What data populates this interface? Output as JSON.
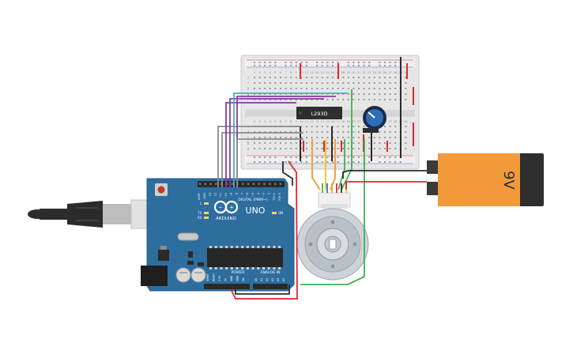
{
  "arduino": {
    "brand": "ARDUINO",
    "model": "UNO",
    "digital_label": "DIGITAL (PWM~)",
    "power_label": "POWER",
    "analog_label": "ANALOG IN",
    "on_label": "ON",
    "tx_label": "TX",
    "rx_label": "RX",
    "l_label": "L",
    "digital_pins": [
      "AREF",
      "GND",
      "13",
      "12",
      "~11",
      "~10",
      "~9",
      "8",
      "7",
      "~6",
      "~5",
      "4",
      "~3",
      "2",
      "TX→1",
      "RX←0"
    ],
    "power_pins": [
      "IOREF",
      "RESET",
      "3.3V",
      "5V",
      "GND",
      "GND",
      "Vin"
    ],
    "analog_pins": [
      "A0",
      "A1",
      "A2",
      "A3",
      "A4",
      "A5"
    ]
  },
  "driver_ic": {
    "label": "L293D"
  },
  "battery": {
    "label": "9V"
  },
  "breadboard": {
    "row_letters_top": [
      "j",
      "i",
      "h",
      "g",
      "f"
    ],
    "row_letters_bottom": [
      "e",
      "d",
      "c",
      "b",
      "a"
    ],
    "column_numbers": [
      "1",
      "2",
      "3",
      "4",
      "5",
      "6",
      "7",
      "8",
      "9",
      "10",
      "11",
      "12",
      "13",
      "14",
      "15",
      "16",
      "17",
      "18",
      "19",
      "20",
      "21",
      "22",
      "23",
      "24",
      "25",
      "26",
      "27",
      "28",
      "29",
      "30"
    ]
  },
  "colors": {
    "board_blue": "#2d6e9f",
    "wire_red": "#e0262e",
    "wire_black": "#2b2b2b",
    "wire_green": "#3fb24a",
    "wire_orange": "#f29a2e",
    "wire_yellow": "#f0c419",
    "wire_purple": "#8a3aa0",
    "wire_teal": "#3fb2c8",
    "wire_gray": "#8c8c8c",
    "battery_orange": "#f29a3a"
  }
}
